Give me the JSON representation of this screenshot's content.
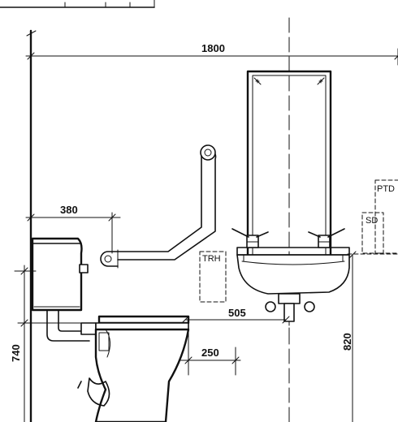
{
  "dimensions": {
    "overall_width": "1800",
    "grab_rail_offset": "380",
    "seat_height": "740",
    "pan_projection": "505",
    "pan_front_offset": "250",
    "basin_height": "820"
  },
  "tags": {
    "toilet_roll_holder": "TRH",
    "soap_dispenser": "SD",
    "paper_towel_dispenser": "PTD"
  },
  "icons": [
    "grab-rail-icon",
    "cistern-icon",
    "wc-pan-icon",
    "washbasin-icon",
    "mirror-icon",
    "lever-tap-icon"
  ]
}
